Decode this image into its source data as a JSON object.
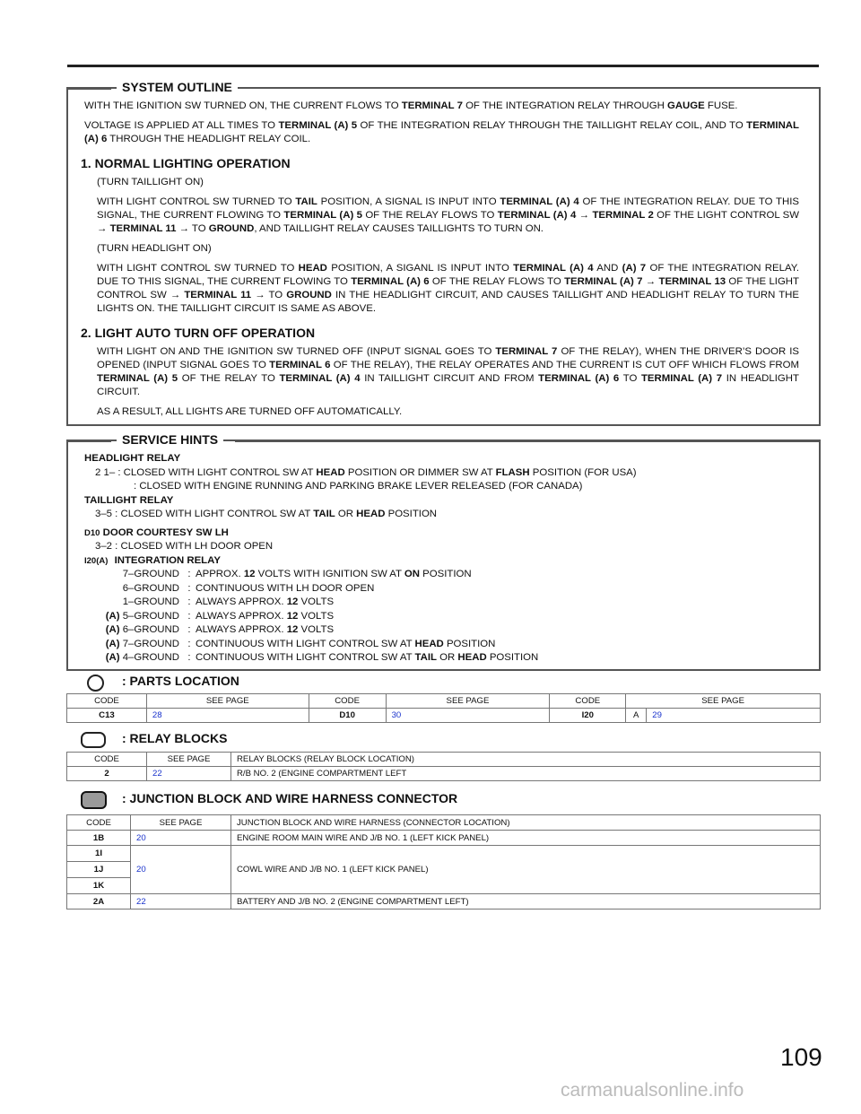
{
  "system_outline": {
    "title": "SYSTEM OUTLINE",
    "intro1": [
      "WITH THE IGNITION SW TURNED ON, THE CURRENT FLOWS TO ",
      "TERMINAL 7",
      " OF THE INTEGRATION RELAY THROUGH ",
      "GAUGE",
      " FUSE."
    ],
    "intro2": [
      "VOLTAGE IS APPLIED AT ALL TIMES TO ",
      "TERMINAL (A) 5",
      " OF THE INTEGRATION RELAY THROUGH THE TAILLIGHT RELAY COIL, AND TO ",
      "TERMINAL (A) 6",
      " THROUGH THE HEADLIGHT RELAY COIL."
    ],
    "s1_heading": "1.   NORMAL LIGHTING OPERATION",
    "s1_sub1": "(TURN TAILLIGHT ON)",
    "s1_p1": [
      "WITH LIGHT CONTROL SW TURNED TO ",
      "TAIL",
      " POSITION, A SIGNAL IS INPUT INTO ",
      "TERMINAL (A) 4",
      " OF THE INTEGRATION RELAY. DUE TO THIS SIGNAL, THE CURRENT FLOWING TO ",
      "TERMINAL (A) 5",
      " OF THE RELAY FLOWS TO ",
      "TERMINAL (A) 4",
      " → ",
      "TERMINAL 2",
      " OF THE LIGHT CONTROL SW → ",
      "TERMINAL 11",
      " → TO ",
      "GROUND",
      ", AND TAILLIGHT RELAY CAUSES TAILLIGHTS TO TURN ON."
    ],
    "s1_sub2": "(TURN HEADLIGHT ON)",
    "s1_p2": [
      "WITH LIGHT CONTROL SW TURNED TO ",
      "HEAD",
      " POSITION, A SIGANL IS INPUT INTO ",
      "TERMINAL (A) 4",
      " AND ",
      "(A) 7",
      " OF THE INTEGRATION RELAY. DUE TO THIS SIGNAL, THE CURRENT FLOWING TO ",
      "TERMINAL (A) 6",
      " OF THE RELAY FLOWS TO ",
      "TERMINAL (A) 7",
      " → ",
      "TERMINAL 13",
      " OF THE LIGHT CONTROL SW → ",
      "TERMINAL 11",
      " → TO ",
      "GROUND",
      " IN THE HEADLIGHT CIRCUIT, AND CAUSES TAILLIGHT AND HEADLIGHT RELAY TO TURN THE LIGHTS ON. THE TAILLIGHT CIRCUIT IS SAME AS ABOVE."
    ],
    "s2_heading": "2.   LIGHT AUTO TURN OFF OPERATION",
    "s2_p1": [
      "WITH LIGHT ON AND THE IGNITION SW TURNED OFF (INPUT SIGNAL GOES TO ",
      "TERMINAL 7",
      " OF THE RELAY), WHEN THE DRIVER’S DOOR IS OPENED (INPUT SIGNAL GOES TO ",
      "TERMINAL 6",
      " OF THE RELAY), THE RELAY OPERATES AND THE CURRENT IS CUT OFF WHICH FLOWS FROM ",
      "TERMINAL (A) 5",
      " OF THE RELAY TO ",
      "TERMINAL (A) 4",
      " IN TAILLIGHT CIRCUIT AND FROM ",
      "TERMINAL (A) 6",
      " TO ",
      "TERMINAL (A) 7",
      " IN HEADLIGHT CIRCUIT."
    ],
    "s2_p2": "AS A RESULT, ALL LIGHTS ARE TURNED OFF AUTOMATICALLY."
  },
  "service_hints": {
    "title": "SERVICE HINTS",
    "headlight_relay": "HEADLIGHT RELAY",
    "hl_line1": [
      "2 1– : CLOSED WITH LIGHT CONTROL SW AT ",
      "HEAD",
      " POSITION OR DIMMER SW AT ",
      "FLASH",
      " POSITION (FOR USA)"
    ],
    "hl_line2": ": CLOSED WITH ENGINE RUNNING AND PARKING BRAKE LEVER RELEASED (FOR CANADA)",
    "taillight_relay": "TAILLIGHT RELAY",
    "tl_line": [
      "3–5 : CLOSED WITH LIGHT CONTROL SW AT ",
      "TAIL",
      " OR ",
      "HEAD",
      " POSITION"
    ],
    "d10_code": "D10",
    "d10_name": "DOOR COURTESY SW LH",
    "d10_line": "3–2 : CLOSED WITH LH DOOR OPEN",
    "i20_code": "I20(A)",
    "i20_name": "INTEGRATION RELAY",
    "i20_rows": [
      {
        "pre": "",
        "term": "7–GROUND",
        "parts": [
          "APPROX. ",
          "12",
          " VOLTS WITH IGNITION SW AT ",
          "ON",
          " POSITION"
        ]
      },
      {
        "pre": "",
        "term": "6–GROUND",
        "parts": [
          "CONTINUOUS WITH LH DOOR OPEN"
        ]
      },
      {
        "pre": "",
        "term": "1–GROUND",
        "parts": [
          "ALWAYS APPROX. ",
          "12",
          " VOLTS"
        ]
      },
      {
        "pre": "(A)",
        "term": " 5–GROUND",
        "parts": [
          "ALWAYS APPROX. ",
          "12",
          " VOLTS"
        ]
      },
      {
        "pre": "(A)",
        "term": " 6–GROUND",
        "parts": [
          "ALWAYS APPROX. ",
          "12",
          " VOLTS"
        ]
      },
      {
        "pre": "(A)",
        "term": " 7–GROUND",
        "parts": [
          "CONTINUOUS WITH LIGHT CONTROL SW AT ",
          "HEAD",
          " POSITION"
        ]
      },
      {
        "pre": "(A)",
        "term": " 4–GROUND",
        "parts": [
          "CONTINUOUS WITH LIGHT CONTROL SW AT ",
          "TAIL",
          " OR ",
          "HEAD",
          " POSITION"
        ]
      }
    ],
    "colon": ":"
  },
  "parts_location": {
    "heading": ": PARTS LOCATION",
    "headers": [
      "CODE",
      "SEE PAGE",
      "CODE",
      "SEE PAGE",
      "CODE",
      "SEE PAGE"
    ],
    "row": {
      "c1": "C13",
      "p1": "28",
      "c2": "D10",
      "p2": "30",
      "c3": "I20",
      "c3b": "A",
      "p3": "29"
    }
  },
  "relay_blocks": {
    "heading": ": RELAY BLOCKS",
    "headers": [
      "CODE",
      "SEE PAGE",
      "RELAY BLOCKS (RELAY BLOCK LOCATION)"
    ],
    "row": {
      "code": "2",
      "page": "22",
      "desc": "R/B NO. 2 (ENGINE COMPARTMENT LEFT"
    }
  },
  "junction": {
    "heading": ": JUNCTION BLOCK AND WIRE HARNESS CONNECTOR",
    "headers": [
      "CODE",
      "SEE PAGE",
      "JUNCTION BLOCK AND WIRE HARNESS (CONNECTOR LOCATION)"
    ],
    "row1": {
      "code": "1B",
      "page": "20",
      "desc": "ENGINE ROOM MAIN WIRE AND J/B NO. 1 (LEFT KICK PANEL)"
    },
    "group": {
      "codes": [
        "1I",
        "1J",
        "1K"
      ],
      "page": "20",
      "desc": "COWL WIRE AND J/B NO. 1 (LEFT KICK PANEL)"
    },
    "row5": {
      "code": "2A",
      "page": "22",
      "desc": "BATTERY AND J/B NO. 2 (ENGINE COMPARTMENT LEFT)"
    }
  },
  "page_number": "109",
  "watermark": "carmanualsonline.info"
}
